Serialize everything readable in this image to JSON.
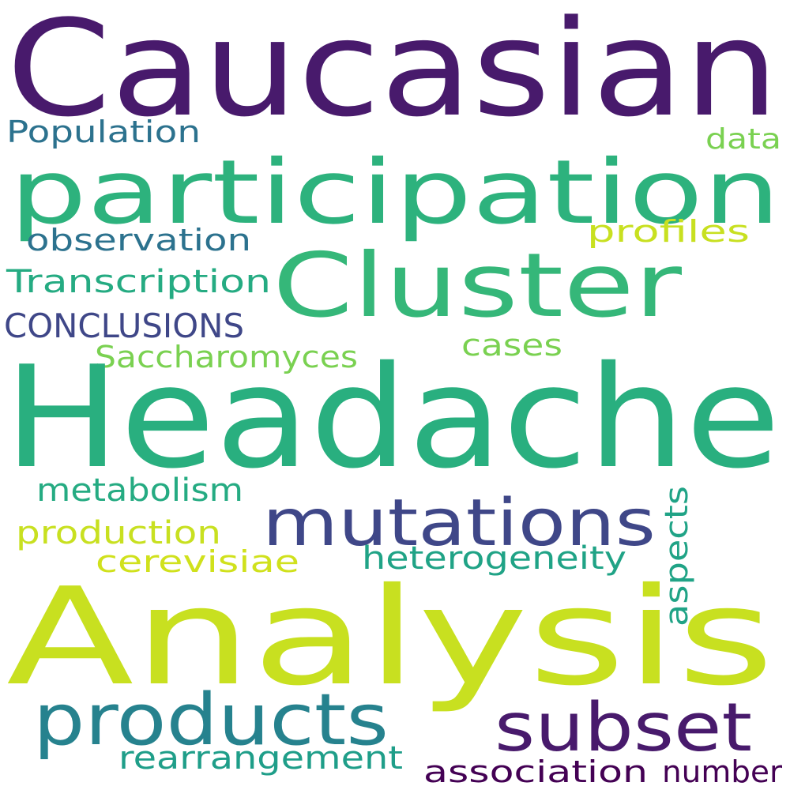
{
  "words": [
    {
      "id": "caucasian",
      "text": "Caucasian",
      "color": "#481a6c"
    },
    {
      "id": "participation",
      "text": "participation",
      "color": "#2db27d"
    },
    {
      "id": "population",
      "text": "Population",
      "color": "#2c728e"
    },
    {
      "id": "data",
      "text": "data",
      "color": "#7ad151"
    },
    {
      "id": "observation",
      "text": "observation",
      "color": "#2c728e"
    },
    {
      "id": "profiles",
      "text": "profiles",
      "color": "#c8e020"
    },
    {
      "id": "cluster",
      "text": "Cluster",
      "color": "#35b779"
    },
    {
      "id": "transcription",
      "text": "Transcription",
      "color": "#25ab82"
    },
    {
      "id": "conclusions",
      "text": "CONCLUSIONS",
      "color": "#3f4788"
    },
    {
      "id": "cases",
      "text": "cases",
      "color": "#7ad151"
    },
    {
      "id": "saccharomyces",
      "text": "Saccharomyces",
      "color": "#7ad151"
    },
    {
      "id": "headache",
      "text": "Headache",
      "color": "#29af7f"
    },
    {
      "id": "metabolism",
      "text": "metabolism",
      "color": "#25ab82"
    },
    {
      "id": "mutations",
      "text": "mutations",
      "color": "#3f4788"
    },
    {
      "id": "aspects",
      "text": "aspects",
      "color": "#20a386"
    },
    {
      "id": "production",
      "text": "production",
      "color": "#c8e020"
    },
    {
      "id": "heterogeneity",
      "text": "heterogeneity",
      "color": "#20a386"
    },
    {
      "id": "cerevisiae",
      "text": "cerevisiae",
      "color": "#d0e11c"
    },
    {
      "id": "analysis",
      "text": "Analysis",
      "color": "#c8e020"
    },
    {
      "id": "products",
      "text": "products",
      "color": "#26828e"
    },
    {
      "id": "subset",
      "text": "subset",
      "color": "#481a6c"
    },
    {
      "id": "rearrangement",
      "text": "rearrangement",
      "color": "#1f9e89"
    },
    {
      "id": "association",
      "text": "association",
      "color": "#440154"
    },
    {
      "id": "number",
      "text": "number",
      "color": "#440154"
    }
  ]
}
